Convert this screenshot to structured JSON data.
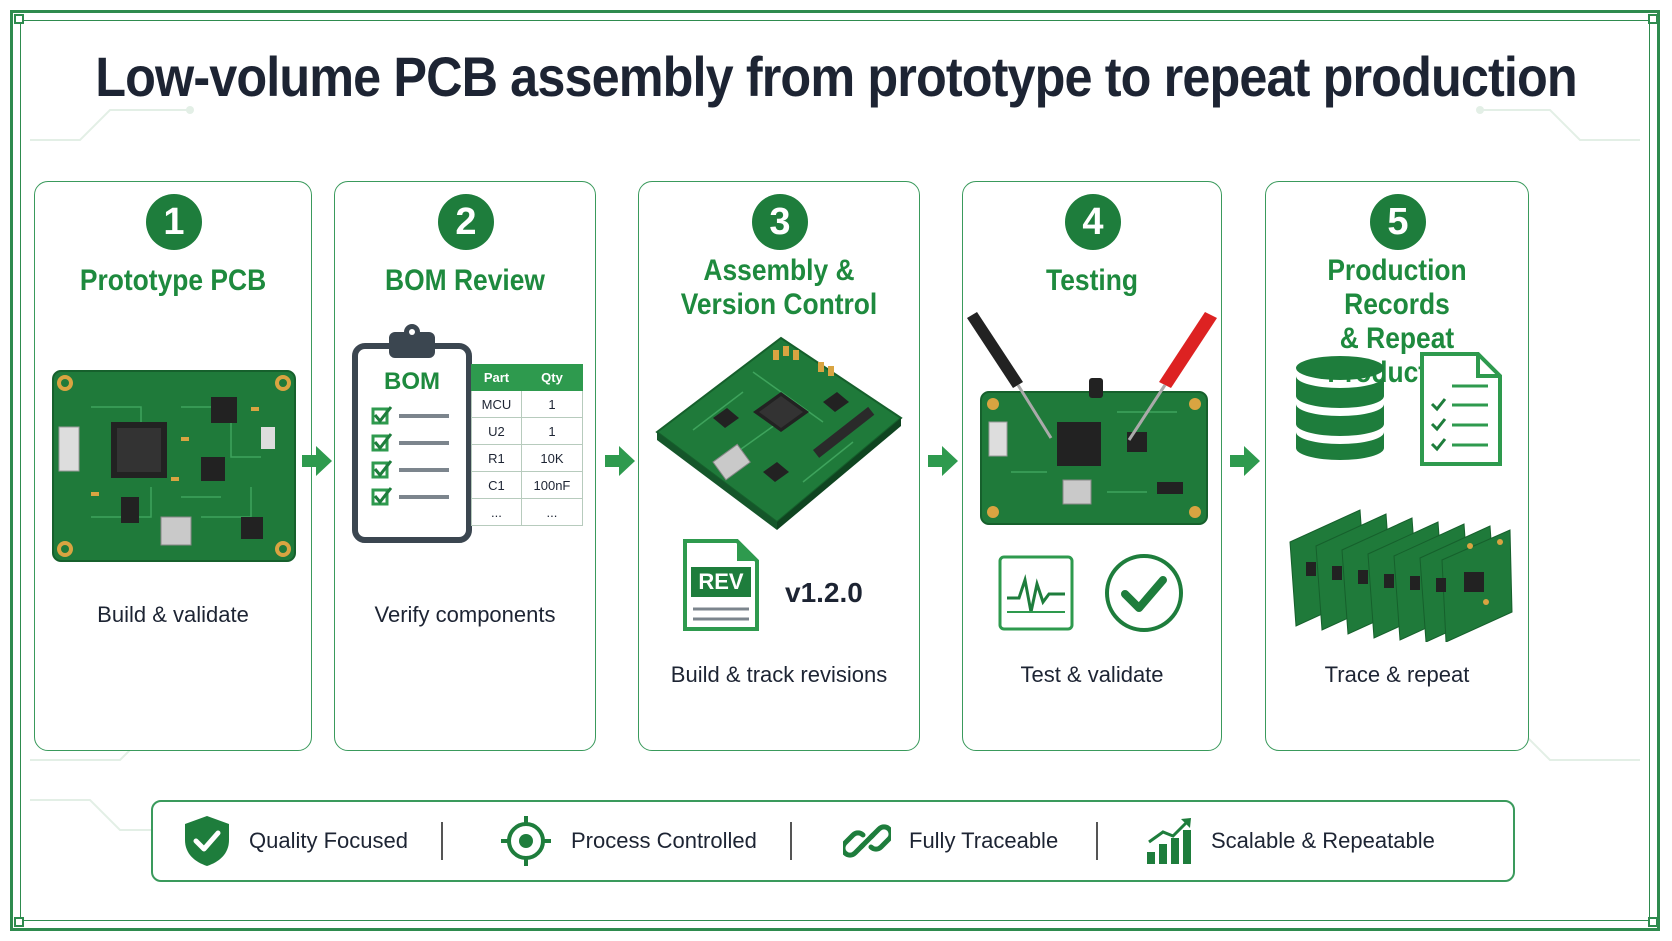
{
  "title": "Low-volume PCB assembly from prototype to repeat production",
  "colors": {
    "accent": "#1e7d3c",
    "accent_light": "#2e9a4e",
    "text": "#1d2433",
    "board": "#1f7a3a"
  },
  "steps": [
    {
      "number": "1",
      "title_lines": [
        "Prototype PCB"
      ],
      "caption": "Build & validate",
      "icon": "pcb-board-icon"
    },
    {
      "number": "2",
      "title_lines": [
        "BOM Review"
      ],
      "caption": "Verify components",
      "icon": "clipboard-icon",
      "bom": {
        "label": "BOM",
        "headers": [
          "Part",
          "Qty"
        ],
        "rows": [
          [
            "MCU",
            "1"
          ],
          [
            "U2",
            "1"
          ],
          [
            "R1",
            "10K"
          ],
          [
            "C1",
            "100nF"
          ],
          [
            "...",
            "..."
          ]
        ]
      }
    },
    {
      "number": "3",
      "title_lines": [
        "Assembly &",
        "Version Control"
      ],
      "caption": "Build & track revisions",
      "icon": "assembled-board-icon",
      "rev_label": "REV",
      "version": "v1.2.0"
    },
    {
      "number": "4",
      "title_lines": [
        "Testing"
      ],
      "caption": "Test & validate",
      "icon": "test-probe-icon"
    },
    {
      "number": "5",
      "title_lines": [
        "Production Records",
        "& Repeat Production"
      ],
      "caption": "Trace & repeat",
      "icon": "database-icon"
    }
  ],
  "features": [
    {
      "label": "Quality Focused",
      "icon": "shield-check-icon"
    },
    {
      "label": "Process Controlled",
      "icon": "target-icon"
    },
    {
      "label": "Fully Traceable",
      "icon": "link-icon"
    },
    {
      "label": "Scalable & Repeatable",
      "icon": "growth-chart-icon"
    }
  ]
}
